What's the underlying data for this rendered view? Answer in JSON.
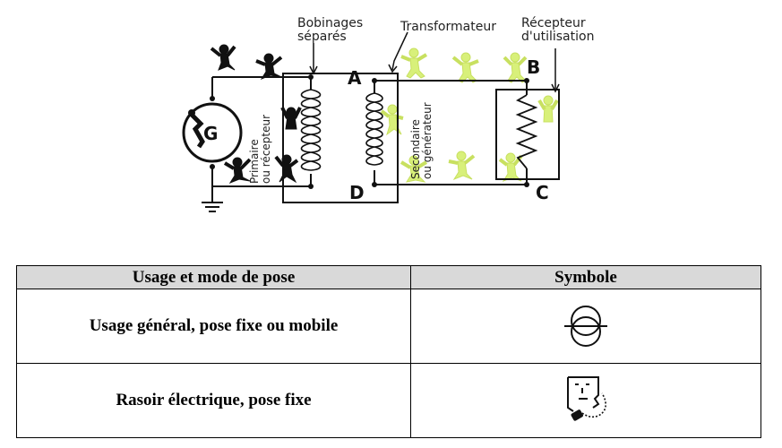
{
  "diagram": {
    "labels": {
      "bobinages": [
        "Bobinages",
        "séparés"
      ],
      "transformateur": "Transformateur",
      "recepteur": [
        "Récepteur",
        "d'utilisation"
      ],
      "primaire": [
        "Primaire",
        "ou récepteur"
      ],
      "secondaire": [
        "Secondaire",
        "ou générateur"
      ],
      "generator": "G",
      "point_a": "A",
      "point_b": "B",
      "point_c": "C",
      "point_d": "D"
    }
  },
  "table": {
    "headers": [
      "Usage et mode de pose",
      "Symbole"
    ],
    "rows": [
      {
        "usage": "Usage général, pose fixe ou mobile",
        "symbol": "transformer-symbol-icon"
      },
      {
        "usage": "Rasoir électrique, pose fixe",
        "symbol": "razor-symbol-icon"
      }
    ]
  },
  "colors": {
    "figure_highlight": "#d8f07a",
    "header_bg": "#d9d9d9"
  }
}
